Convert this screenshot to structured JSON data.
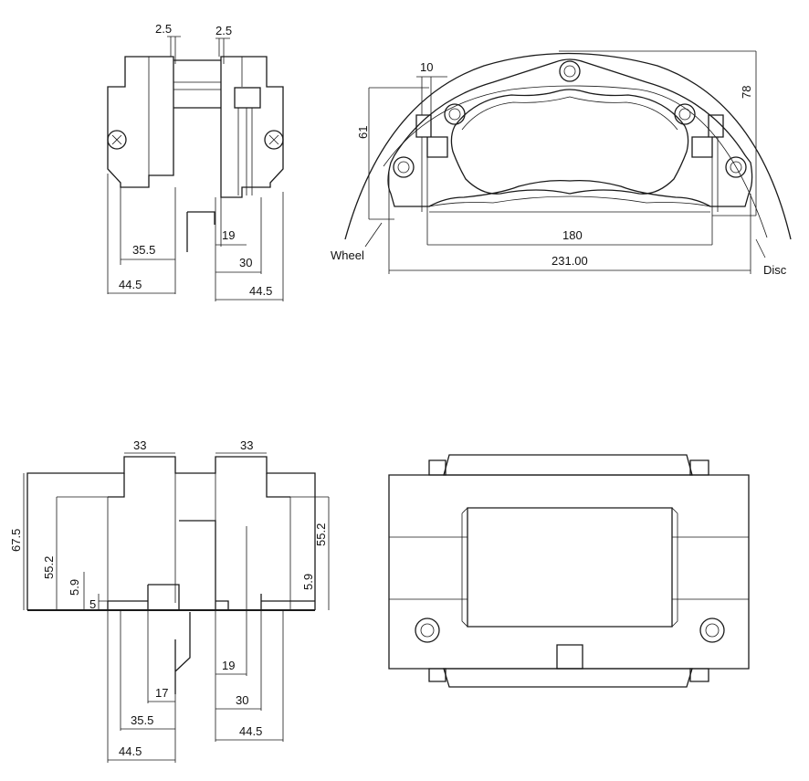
{
  "views": {
    "front": {
      "gap_left": "2.5",
      "gap_right": "2.5",
      "d35_5": "35.5",
      "d19": "19",
      "d30": "30",
      "d44_5_left": "44.5",
      "d44_5_right": "44.5"
    },
    "side": {
      "d10": "10",
      "d61": "61",
      "d78": "78",
      "d180": "180",
      "d231": "231.00",
      "wheel": "Wheel",
      "disc": "Disc"
    },
    "bottom_left": {
      "d33_left": "33",
      "d33_right": "33",
      "d67_5": "67.5",
      "d55_2_left": "55.2",
      "d55_2_right": "55.2",
      "d5_9_left": "5.9",
      "d5_9_right": "5.9",
      "d5": "5",
      "d17": "17",
      "d19": "19",
      "d30": "30",
      "d35_5": "35.5",
      "d44_5_left": "44.5",
      "d44_5_right": "44.5"
    }
  }
}
